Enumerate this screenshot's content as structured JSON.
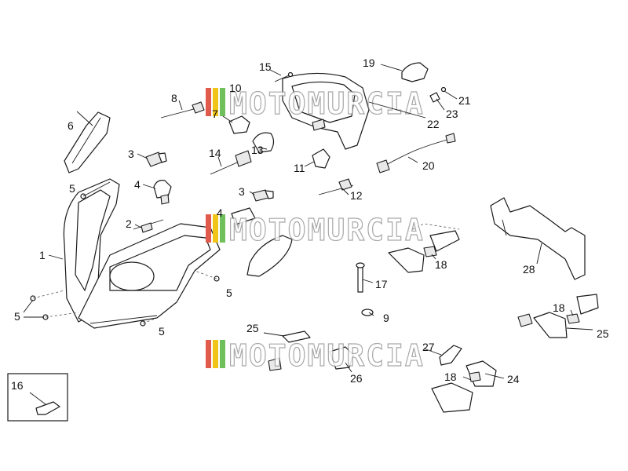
{
  "watermark": {
    "text": "MOTOMURCIA",
    "stripe_colors": [
      "#e05b4b",
      "#f0c419",
      "#6fbf5a"
    ]
  },
  "callouts": {
    "c1": "1",
    "c2": "2",
    "c3a": "3",
    "c3b": "3",
    "c4a": "4",
    "c4b": "4",
    "c5a": "5",
    "c5b": "5",
    "c5c": "5",
    "c5d": "5",
    "c6": "6",
    "c7": "7",
    "c8": "8",
    "c9": "9",
    "c10": "10",
    "c11": "11",
    "c12": "12",
    "c13": "13",
    "c14": "14",
    "c15": "15",
    "c16": "16",
    "c17": "17",
    "c18a": "18",
    "c18b": "18",
    "c18c": "18",
    "c19": "19",
    "c20": "20",
    "c21": "21",
    "c22": "22",
    "c23": "23",
    "c24": "24",
    "c25a": "25",
    "c25b": "25",
    "c26": "26",
    "c27": "27",
    "c28": "28"
  }
}
